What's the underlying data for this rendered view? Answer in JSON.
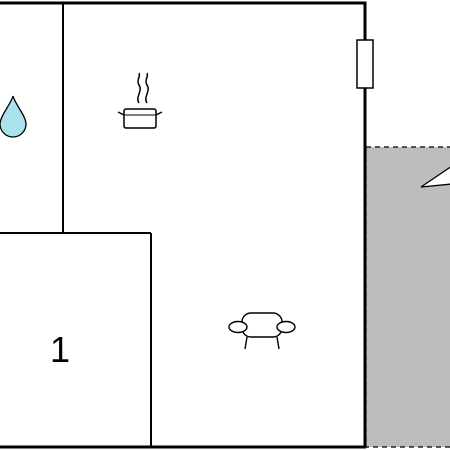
{
  "floorplan": {
    "colors": {
      "wall": "#000000",
      "water": "#a9e2ec",
      "terrace": "#bdbdbe",
      "background": "#ffffff"
    },
    "rooms": [
      {
        "id": "bathroom",
        "icon": "water-drop-icon"
      },
      {
        "id": "kitchen-living",
        "icons": [
          "cooking-pot-icon",
          "sofa-icon"
        ]
      },
      {
        "id": "bedroom",
        "number_label": "1"
      },
      {
        "id": "terrace"
      }
    ],
    "fixtures": [
      "window",
      "door-swing"
    ]
  }
}
